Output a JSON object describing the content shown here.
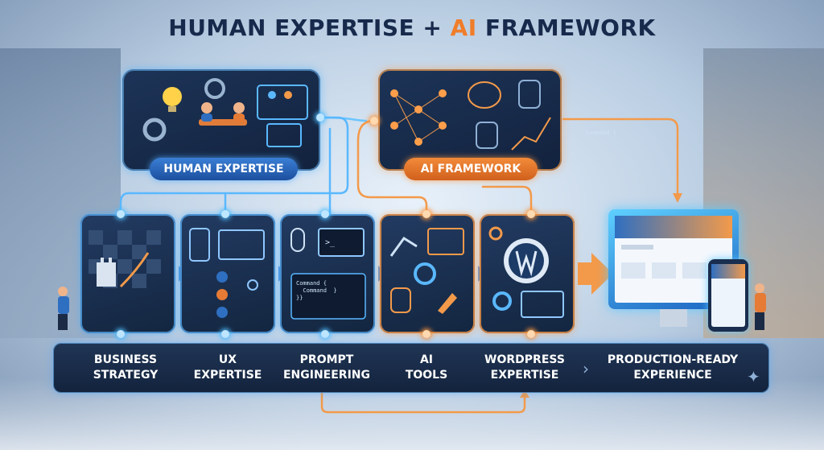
{
  "title": {
    "part1": "HUMAN EXPERTISE + ",
    "part2": "AI",
    "part3": " FRAMEWORK"
  },
  "panels": {
    "human": {
      "label": "HUMAN EXPERTISE"
    },
    "ai": {
      "label": "AI FRAMEWORK"
    }
  },
  "stages": [
    {
      "label": "BUSINESS\nSTRATEGY"
    },
    {
      "label": "UX\nEXPERTISE"
    },
    {
      "label": "PROMPT\nENGINEERING"
    },
    {
      "label": "AI\nTOOLS"
    },
    {
      "label": "WORDPRESS\nEXPERTISE"
    },
    {
      "label": "PRODUCTION-READY\nEXPERIENCE"
    }
  ],
  "code_snippet": {
    "line1": "Command {",
    "line2": "  Command  }",
    "line3": "}}"
  },
  "terminal_prompt": ">_",
  "colors": {
    "title": "#172a4c",
    "accent": "#f07d2a",
    "panel": "#1a2e4f",
    "glow_blue": "#4fb4ff",
    "glow_orange": "#f39a4a"
  }
}
